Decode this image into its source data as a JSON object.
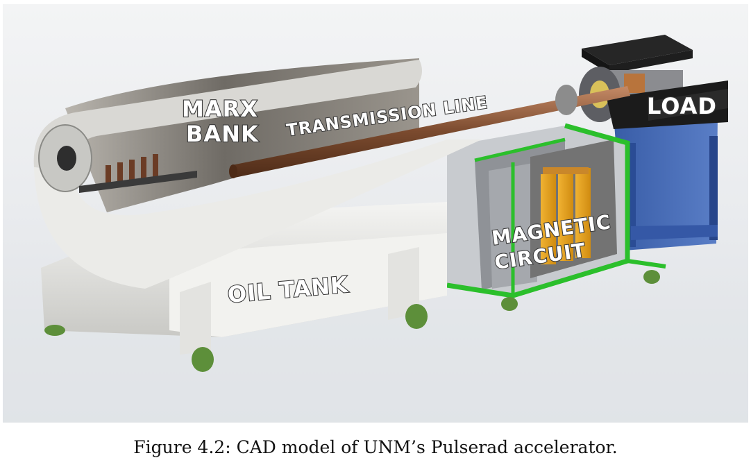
{
  "figure": {
    "labels": {
      "marx_line1": "MARX",
      "marx_line2": "BANK",
      "transmission": "TRANSMISSION LINE",
      "load": "LOAD",
      "magnetic_line1": "MAGNETIC",
      "magnetic_line2": "CIRCUIT",
      "oil_tank": "OIL TANK"
    },
    "caption": "Figure 4.2: CAD model of UNM’s Pulserad accelerator."
  },
  "colors": {
    "background": "#eef0f2",
    "tank_body": "#e9e9e6",
    "tank_inner": "#77736c",
    "frame_green": "#2bbf2b",
    "load_stand_blue": "#3d64b0",
    "magnetic_core_orange": "#e8a21f",
    "wheel_green": "#5d8f3a",
    "load_housing_black": "#1c1c1c"
  }
}
